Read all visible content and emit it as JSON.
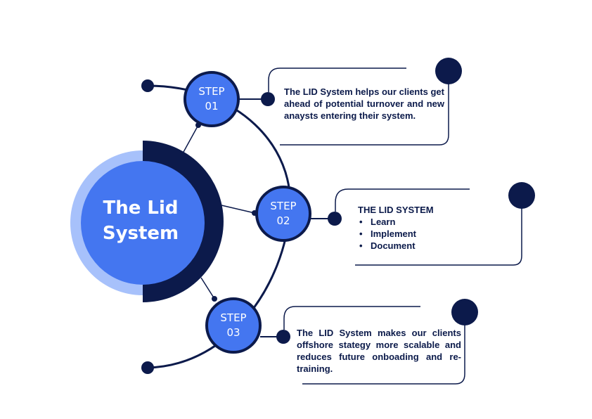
{
  "center": {
    "title_line1": "The Lid",
    "title_line2": "System"
  },
  "steps": [
    {
      "label_top": "STEP",
      "label_num": "01"
    },
    {
      "label_top": "STEP",
      "label_num": "02"
    },
    {
      "label_top": "STEP",
      "label_num": "03"
    }
  ],
  "cards": {
    "step1_text": "The LID System helps our clients get ahead of potential turnover and new anaysts entering their system.",
    "step2_title": "THE LID SYSTEM",
    "step2_items": [
      "Learn",
      "Implement",
      "Document"
    ],
    "step3_text": "The LID System makes our clients offshore stategy more scalable and reduces future onboading and re-training."
  },
  "colors": {
    "navy": "#0c1a4b",
    "blue": "#4476f0",
    "light_blue": "#a7c1fb"
  }
}
